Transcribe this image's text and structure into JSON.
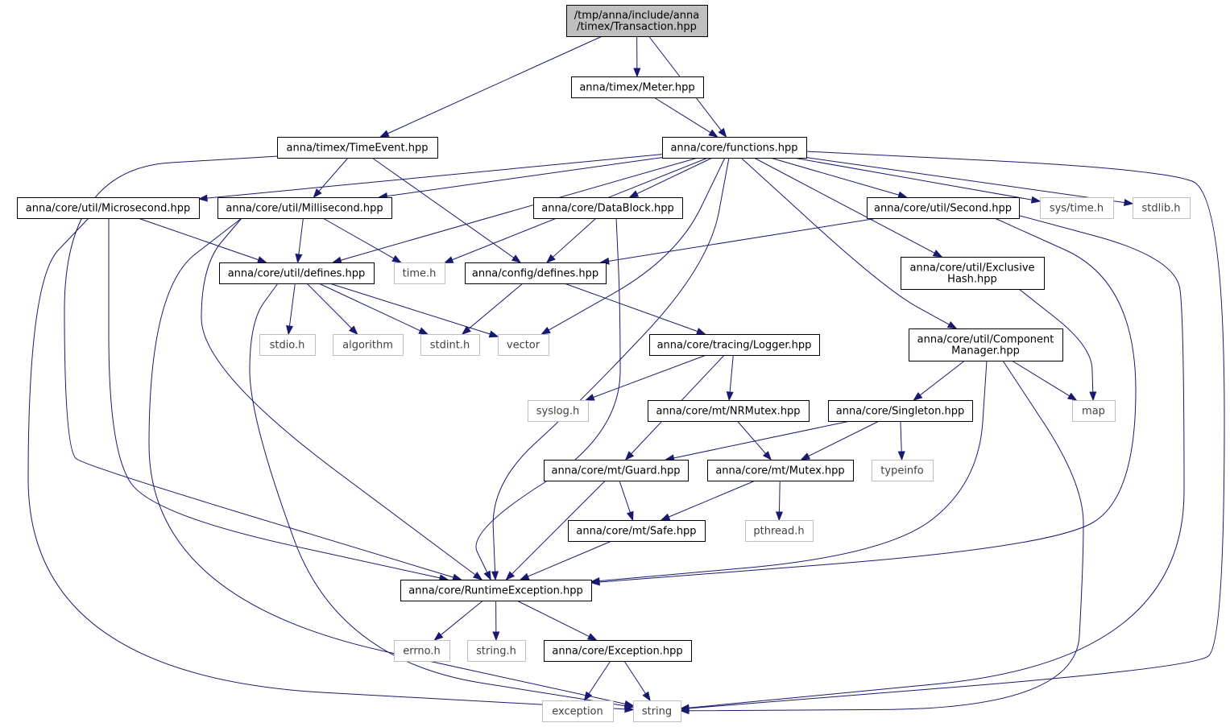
{
  "colors": {
    "edge": "#191970",
    "root_fill": "#bfbfbf",
    "node_border": "#000000",
    "external_border": "#bfbfbf",
    "external_text": "#404040"
  },
  "nodes": {
    "transaction": {
      "lines": [
        "/tmp/anna/include/anna",
        "/timex/Transaction.hpp"
      ],
      "kind": "root"
    },
    "meter": {
      "lines": [
        "anna/timex/Meter.hpp"
      ],
      "kind": "internal"
    },
    "timeevent": {
      "lines": [
        "anna/timex/TimeEvent.hpp"
      ],
      "kind": "internal"
    },
    "functions": {
      "lines": [
        "anna/core/functions.hpp"
      ],
      "kind": "internal"
    },
    "microsecond": {
      "lines": [
        "anna/core/util/Microsecond.hpp"
      ],
      "kind": "internal"
    },
    "millisecond": {
      "lines": [
        "anna/core/util/Millisecond.hpp"
      ],
      "kind": "internal"
    },
    "datablock": {
      "lines": [
        "anna/core/DataBlock.hpp"
      ],
      "kind": "internal"
    },
    "second": {
      "lines": [
        "anna/core/util/Second.hpp"
      ],
      "kind": "internal"
    },
    "systime": {
      "lines": [
        "sys/time.h"
      ],
      "kind": "external"
    },
    "stdlib": {
      "lines": [
        "stdlib.h"
      ],
      "kind": "external"
    },
    "utildefines": {
      "lines": [
        "anna/core/util/defines.hpp"
      ],
      "kind": "internal"
    },
    "timeh": {
      "lines": [
        "time.h"
      ],
      "kind": "external"
    },
    "configdefines": {
      "lines": [
        "anna/config/defines.hpp"
      ],
      "kind": "internal"
    },
    "exclusivehash": {
      "lines": [
        "anna/core/util/Exclusive",
        "Hash.hpp"
      ],
      "kind": "internal"
    },
    "stdio": {
      "lines": [
        "stdio.h"
      ],
      "kind": "external"
    },
    "algorithm": {
      "lines": [
        "algorithm"
      ],
      "kind": "external"
    },
    "stdint": {
      "lines": [
        "stdint.h"
      ],
      "kind": "external"
    },
    "vector": {
      "lines": [
        "vector"
      ],
      "kind": "external"
    },
    "logger": {
      "lines": [
        "anna/core/tracing/Logger.hpp"
      ],
      "kind": "internal"
    },
    "componentmanager": {
      "lines": [
        "anna/core/util/Component",
        "Manager.hpp"
      ],
      "kind": "internal"
    },
    "syslog": {
      "lines": [
        "syslog.h"
      ],
      "kind": "external"
    },
    "nrmutex": {
      "lines": [
        "anna/core/mt/NRMutex.hpp"
      ],
      "kind": "internal"
    },
    "singleton": {
      "lines": [
        "anna/core/Singleton.hpp"
      ],
      "kind": "internal"
    },
    "map": {
      "lines": [
        "map"
      ],
      "kind": "external"
    },
    "guard": {
      "lines": [
        "anna/core/mt/Guard.hpp"
      ],
      "kind": "internal"
    },
    "mutex": {
      "lines": [
        "anna/core/mt/Mutex.hpp"
      ],
      "kind": "internal"
    },
    "typeinfo": {
      "lines": [
        "typeinfo"
      ],
      "kind": "external"
    },
    "safe": {
      "lines": [
        "anna/core/mt/Safe.hpp"
      ],
      "kind": "internal"
    },
    "pthread": {
      "lines": [
        "pthread.h"
      ],
      "kind": "external"
    },
    "runtimeexception": {
      "lines": [
        "anna/core/RuntimeException.hpp"
      ],
      "kind": "internal"
    },
    "errno": {
      "lines": [
        "errno.h"
      ],
      "kind": "external"
    },
    "stringh": {
      "lines": [
        "string.h"
      ],
      "kind": "external"
    },
    "exception_hpp": {
      "lines": [
        "anna/core/Exception.hpp"
      ],
      "kind": "internal"
    },
    "exception": {
      "lines": [
        "exception"
      ],
      "kind": "external"
    },
    "string": {
      "lines": [
        "string"
      ],
      "kind": "external"
    }
  },
  "edges": [
    [
      "transaction",
      "timeevent"
    ],
    [
      "transaction",
      "meter"
    ],
    [
      "transaction",
      "functions"
    ],
    [
      "meter",
      "functions"
    ],
    [
      "timeevent",
      "millisecond"
    ],
    [
      "timeevent",
      "configdefines"
    ],
    [
      "timeevent",
      "runtimeexception"
    ],
    [
      "functions",
      "microsecond"
    ],
    [
      "functions",
      "millisecond"
    ],
    [
      "functions",
      "datablock"
    ],
    [
      "functions",
      "second"
    ],
    [
      "functions",
      "systime"
    ],
    [
      "functions",
      "stdlib"
    ],
    [
      "functions",
      "utildefines"
    ],
    [
      "functions",
      "timeh"
    ],
    [
      "functions",
      "vector"
    ],
    [
      "functions",
      "runtimeexception"
    ],
    [
      "functions",
      "exclusivehash"
    ],
    [
      "functions",
      "componentmanager"
    ],
    [
      "functions",
      "string"
    ],
    [
      "microsecond",
      "utildefines"
    ],
    [
      "microsecond",
      "runtimeexception"
    ],
    [
      "microsecond",
      "string"
    ],
    [
      "millisecond",
      "utildefines"
    ],
    [
      "millisecond",
      "timeh"
    ],
    [
      "millisecond",
      "runtimeexception"
    ],
    [
      "millisecond",
      "string"
    ],
    [
      "datablock",
      "configdefines"
    ],
    [
      "datablock",
      "runtimeexception"
    ],
    [
      "second",
      "configdefines"
    ],
    [
      "second",
      "runtimeexception"
    ],
    [
      "second",
      "string"
    ],
    [
      "utildefines",
      "stdio"
    ],
    [
      "utildefines",
      "algorithm"
    ],
    [
      "utildefines",
      "stdint"
    ],
    [
      "utildefines",
      "vector"
    ],
    [
      "utildefines",
      "string"
    ],
    [
      "configdefines",
      "stdint"
    ],
    [
      "configdefines",
      "logger"
    ],
    [
      "exclusivehash",
      "map"
    ],
    [
      "logger",
      "syslog"
    ],
    [
      "logger",
      "nrmutex"
    ],
    [
      "logger",
      "guard"
    ],
    [
      "componentmanager",
      "singleton"
    ],
    [
      "componentmanager",
      "map"
    ],
    [
      "componentmanager",
      "runtimeexception"
    ],
    [
      "componentmanager",
      "string"
    ],
    [
      "nrmutex",
      "mutex"
    ],
    [
      "singleton",
      "guard"
    ],
    [
      "singleton",
      "mutex"
    ],
    [
      "singleton",
      "typeinfo"
    ],
    [
      "guard",
      "safe"
    ],
    [
      "guard",
      "runtimeexception"
    ],
    [
      "mutex",
      "safe"
    ],
    [
      "mutex",
      "pthread"
    ],
    [
      "safe",
      "runtimeexception"
    ],
    [
      "runtimeexception",
      "errno"
    ],
    [
      "runtimeexception",
      "stringh"
    ],
    [
      "runtimeexception",
      "exception_hpp"
    ],
    [
      "exception_hpp",
      "exception"
    ],
    [
      "exception_hpp",
      "string"
    ]
  ]
}
